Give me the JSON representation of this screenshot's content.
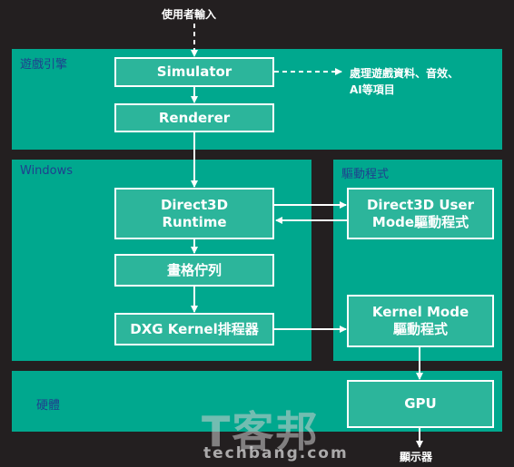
{
  "colors": {
    "background": "#231f20",
    "panel": "#00a88e",
    "box": "#2cb59b",
    "box_border": "#ffffff",
    "panel_label": "#1f3f8f",
    "arrow": "#ffffff"
  },
  "top_label": "使用者輸入",
  "bottom_label": "顯示器",
  "panels": {
    "game_engine": "遊戲引擎",
    "windows": "Windows",
    "driver": "驅動程式",
    "hardware": "硬體"
  },
  "boxes": {
    "simulator": "Simulator",
    "renderer": "Renderer",
    "direct3d_runtime": [
      "Direct3D",
      "Runtime"
    ],
    "command_queue": "畫格佇列",
    "dxg_kernel": "DXG Kernel排程器",
    "d3d_user_mode": [
      "Direct3D User",
      "Mode驅動程式"
    ],
    "kernel_mode": [
      "Kernel Mode",
      "驅動程式"
    ],
    "gpu": "GPU"
  },
  "side_note": [
    "處理遊戲資料、音效、",
    "AI等項目"
  ],
  "watermark": {
    "main": "T客邦",
    "url": "techbang.com"
  }
}
